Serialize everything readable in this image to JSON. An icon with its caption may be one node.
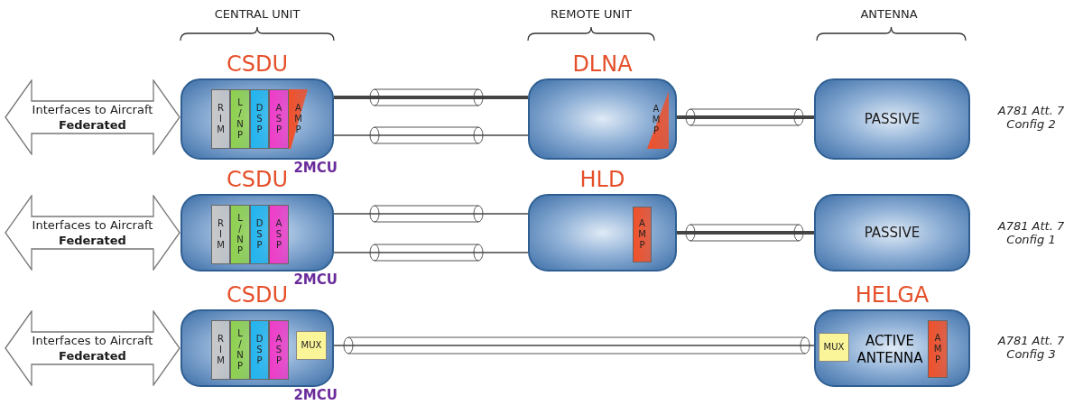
{
  "diagram": {
    "nodes": [
      {
        "text": [
          "Interfaces to Aircraft",
          "Federated"
        ]
      },
      {
        "text": [
          "CSDU"
        ],
        "beside": [
          "2MCU"
        ]
      },
      {
        "text": [
          "RIM"
        ],
        "in": 1
      },
      {
        "text": [
          "L/NP"
        ],
        "in": 1
      },
      {
        "text": [
          "DSP"
        ],
        "in": 1
      },
      {
        "text": [
          "ASP"
        ],
        "in": 1
      },
      {
        "text": [
          "AMP"
        ],
        "in": 1
      },
      {
        "text": [
          "DLNA"
        ]
      },
      {
        "text": [
          "AMP"
        ],
        "in": 7
      },
      {
        "text": [
          "PASSIVE"
        ]
      },
      {
        "text": [
          "Interfaces to Aircraft",
          "Federated"
        ]
      },
      {
        "text": [
          "CSDU"
        ],
        "beside": [
          "2MCU"
        ]
      },
      {
        "text": [
          "RIM"
        ],
        "in": 11
      },
      {
        "text": [
          "L/NP"
        ],
        "in": 11
      },
      {
        "text": [
          "DSP"
        ],
        "in": 11
      },
      {
        "text": [
          "ASP"
        ],
        "in": 11
      },
      {
        "text": [
          "HLD"
        ]
      },
      {
        "text": [
          "AMP"
        ],
        "in": 16
      },
      {
        "text": [
          "PASSIVE"
        ]
      },
      {
        "text": [
          "Interfaces to Aircraft",
          "Federated"
        ]
      },
      {
        "text": [
          "CSDU"
        ],
        "beside": [
          "2MCU"
        ]
      },
      {
        "text": [
          "RIM"
        ],
        "in": 20
      },
      {
        "text": [
          "L/NP"
        ],
        "in": 20
      },
      {
        "text": [
          "DSP"
        ],
        "in": 20
      },
      {
        "text": [
          "ASP"
        ],
        "in": 20
      },
      {
        "text": [
          "MUX"
        ],
        "in": 20
      },
      {
        "text": [
          "HELGA",
          "ACTIVE ANTENNA"
        ]
      },
      {
        "text": [
          "MUX"
        ],
        "in": 26
      },
      {
        "text": [
          "AMP"
        ],
        "in": 26
      }
    ],
    "edges": [
      {
        "from": 1,
        "to": 7,
        "arrow": "none",
        "style": "thick"
      },
      {
        "from": 1,
        "to": 7,
        "arrow": "none"
      },
      {
        "from": 7,
        "to": 9,
        "arrow": "none",
        "style": "thick"
      },
      {
        "from": 11,
        "to": 16,
        "arrow": "none"
      },
      {
        "from": 11,
        "to": 16,
        "arrow": "none"
      },
      {
        "from": 16,
        "to": 18,
        "arrow": "none",
        "style": "thick"
      },
      {
        "from": 25,
        "to": 27,
        "arrow": "none"
      }
    ],
    "labels": [
      "CENTRAL UNIT",
      "REMOTE UNIT",
      "ANTENNA",
      "A781 Att. 7 Config 2",
      "A781 Att. 7 Config 1",
      "A781 Att. 7 Config 3"
    ]
  }
}
